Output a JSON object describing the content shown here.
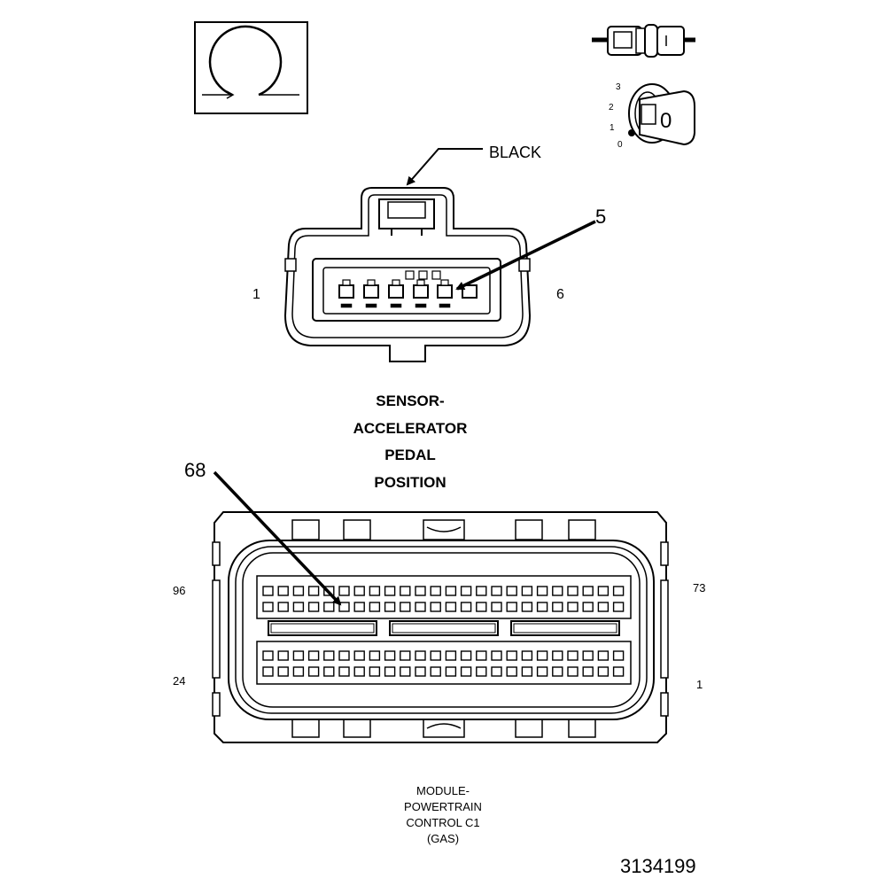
{
  "ohm_symbol": "ohm-meter-icon",
  "key_switch": {
    "positions": [
      "3",
      "2",
      "1",
      "0"
    ],
    "key_label": "0"
  },
  "sensor_connector": {
    "color_label": "BLACK",
    "callout_pin": "5",
    "left_pin": "1",
    "right_pin": "6",
    "title_lines": [
      "SENSOR-",
      "ACCELERATOR",
      "PEDAL",
      "POSITION"
    ]
  },
  "pcm_connector": {
    "callout_pin": "68",
    "top_left_pin": "96",
    "top_right_pin": "73",
    "bottom_left_pin": "24",
    "bottom_right_pin": "1",
    "title_lines": [
      "MODULE-",
      "POWERTRAIN",
      "CONTROL C1",
      "(GAS)"
    ]
  },
  "figure_number": "3134199"
}
